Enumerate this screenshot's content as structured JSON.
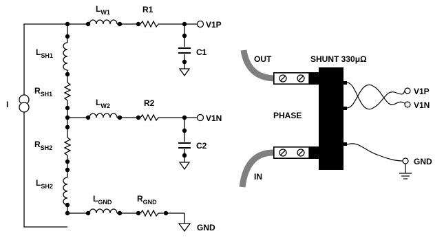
{
  "left_circuit": {
    "source": "I",
    "source_icon": "current-source-icon",
    "lsh1": {
      "main": "L",
      "sub": "SH1"
    },
    "rsh1": {
      "main": "R",
      "sub": "SH1"
    },
    "rsh2": {
      "main": "R",
      "sub": "SH2"
    },
    "lsh2": {
      "main": "L",
      "sub": "SH2"
    },
    "lw1": {
      "main": "L",
      "sub": "W1"
    },
    "r1": "R1",
    "v1p": "V1P",
    "c1": "C1",
    "lw2": {
      "main": "L",
      "sub": "W2"
    },
    "r2": "R2",
    "v1n": "V1N",
    "c2": "C2",
    "lgnd": {
      "main": "L",
      "sub": "GND"
    },
    "rgnd": {
      "main": "R",
      "sub": "GND"
    },
    "gnd": "GND"
  },
  "right_diagram": {
    "out": "OUT",
    "shunt": "SHUNT 330μΩ",
    "phase": "PHASE",
    "in": "IN",
    "v1p": "V1P",
    "v1n": "V1N",
    "gnd": "GND"
  }
}
